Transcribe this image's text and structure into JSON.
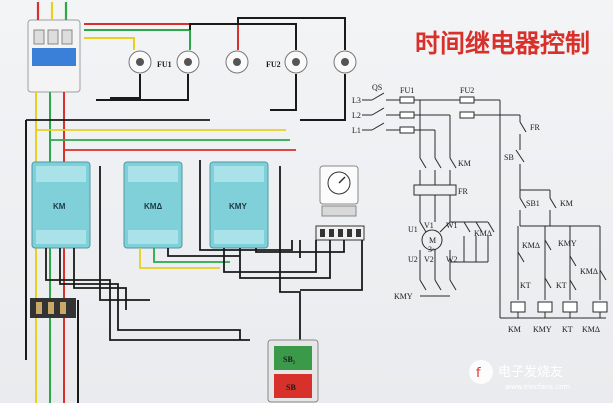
{
  "title": "时间继电器控制",
  "wiring": {
    "fuse1_label": "FU1",
    "fuse2_label": "FU2",
    "contactor_labels": [
      "KM",
      "KMΔ",
      "KMY"
    ],
    "button_top": "SB₂",
    "button_bottom": "SB"
  },
  "schematic": {
    "switch": "QS",
    "phases": [
      "L3",
      "L2",
      "L1"
    ],
    "fuse1": "FU1",
    "fuse2": "FU2",
    "fr": "FR",
    "km": "KM",
    "fr_main": "FR",
    "sb_stop": "SB",
    "sb_start": "SB1",
    "km_hold": "KM",
    "u1": "U1",
    "v1": "V1",
    "w1": "W1",
    "u2": "U2",
    "v2": "V2",
    "w2": "W2",
    "motor": "M",
    "motor_phase": "3~",
    "km_delta_contacts": "KMΔ",
    "kmy_contacts": "KMY",
    "km_delta_1": "KMΔ",
    "kmy_1": "KMY",
    "km_delta_2": "KMΔ",
    "kt_1": "KT",
    "kt_2": "KT",
    "coils": [
      "KM",
      "KMY",
      "KT",
      "KMΔ"
    ]
  },
  "watermark": {
    "brand": "电子发烧友",
    "url": "www.elecfans.com"
  },
  "colors": {
    "title": "#d8302a",
    "wire_black": "#1a1a1a",
    "wire_red": "#d8302a",
    "wire_yellow": "#e8d020",
    "wire_green": "#2aa84a",
    "contactor": "#7fd0d8"
  }
}
